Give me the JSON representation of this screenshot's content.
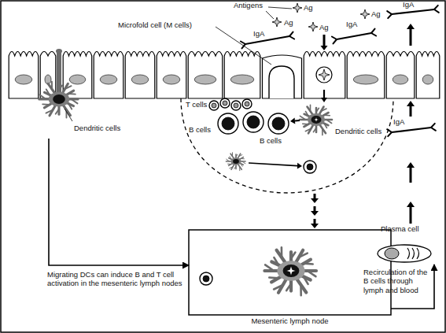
{
  "diagram": {
    "nodes": [
      {
        "text": [
          "Dendritic cells"
        ]
      },
      {
        "text": [
          "Mesenteric lymph node"
        ]
      },
      {
        "text": [
          "Plasma cell"
        ]
      }
    ],
    "edges": [
      {
        "from": 0,
        "to": 1,
        "arrow": "to",
        "label": "Migrating DCs can induce B and T cell activation in the mesenteric lymph nodes"
      },
      {
        "from": 1,
        "to": 2,
        "arrow": "to",
        "label": "Recirculation of the B cells through lymph and blood"
      }
    ],
    "labels": [
      "Antigens",
      "Microfold cell (M cells)",
      "Ag",
      "Ag",
      "Ag",
      "Ag",
      "IgA",
      "IgA",
      "IgA",
      "IgA",
      "T cells",
      "B cells",
      "Dendritic cells",
      "B cells"
    ]
  }
}
